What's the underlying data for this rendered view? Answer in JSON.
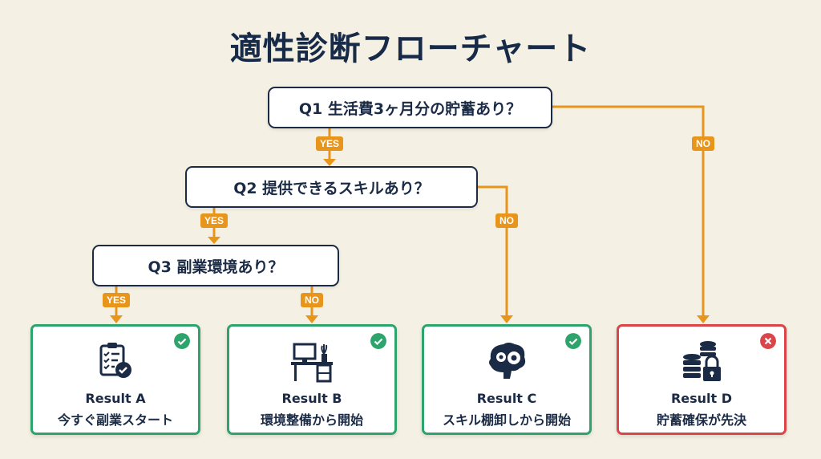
{
  "title": "適性診断フローチャート",
  "colors": {
    "background": "#f4f0e3",
    "navy": "#1b2b45",
    "connector": "#e8951c",
    "success": "#2ea46d",
    "fail": "#d94548"
  },
  "questions": [
    {
      "id": "Q1",
      "label": "Q1  生活費3ヶ月分の貯蓄あり？"
    },
    {
      "id": "Q2",
      "label": "Q2 提供できるスキルあり？"
    },
    {
      "id": "Q3",
      "label": "Q3 副業環境あり？"
    }
  ],
  "edges": [
    {
      "from": "Q1",
      "to": "Q2",
      "label": "YES"
    },
    {
      "from": "Q1",
      "to": "Result D",
      "label": "NO"
    },
    {
      "from": "Q2",
      "to": "Q3",
      "label": "YES"
    },
    {
      "from": "Q2",
      "to": "Result C",
      "label": "NO"
    },
    {
      "from": "Q3",
      "to": "Result A",
      "label": "YES"
    },
    {
      "from": "Q3",
      "to": "Result B",
      "label": "NO"
    }
  ],
  "results": [
    {
      "title": "Result A",
      "text": "今すぐ副業スタート",
      "icon": "clipboard-check-icon",
      "status": "ok",
      "status_icon": "check-circle-icon"
    },
    {
      "title": "Result B",
      "text": "環境整備から開始",
      "icon": "desk-computer-icon",
      "status": "ok",
      "status_icon": "check-circle-icon"
    },
    {
      "title": "Result C",
      "text": "スキル棚卸しから開始",
      "icon": "brain-gears-icon",
      "status": "ok",
      "status_icon": "check-circle-icon"
    },
    {
      "title": "Result D",
      "text": "貯蓄確保が先決",
      "icon": "coins-lock-icon",
      "status": "ng",
      "status_icon": "x-circle-icon"
    }
  ]
}
